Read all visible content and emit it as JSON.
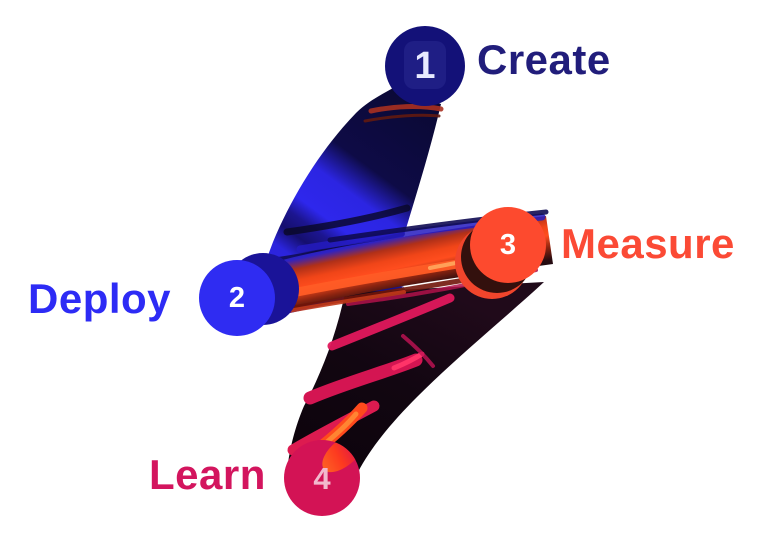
{
  "diagram_type": "process-flow-infographic",
  "background_color": "#ffffff",
  "steps": [
    {
      "number": "1",
      "label": "Create",
      "circle_color": "#131178",
      "label_color": "#211d7b",
      "number_color": "#e8eaff"
    },
    {
      "number": "2",
      "label": "Deploy",
      "circle_color": "#2f2cf2",
      "label_color": "#2d2bf5",
      "number_color": "#ffffff"
    },
    {
      "number": "3",
      "label": "Measure",
      "circle_color": "#fd4a2e",
      "label_color": "#fb4a35",
      "number_color": "#ffffff"
    },
    {
      "number": "4",
      "label": "Learn",
      "circle_color": "#d31355",
      "label_color": "#d3155e",
      "number_color": "#f2b9cd"
    }
  ],
  "palette": {
    "paint_navy_dark": "#0c0a3c",
    "paint_blue_bright": "#2e27ec",
    "paint_orange_red": "#ff4d1e",
    "paint_maroon": "#70150a",
    "paint_near_black": "#120611",
    "paint_magenta": "#e0185c",
    "paint_flame_orange": "#ff8432"
  },
  "flow_order": "1 Create → 2 Deploy → 3 Measure → 4 Learn"
}
